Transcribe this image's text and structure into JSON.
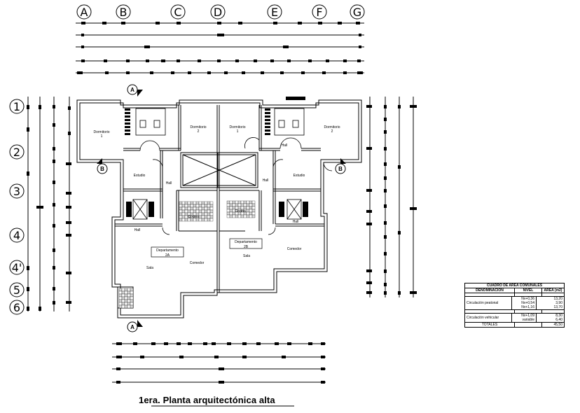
{
  "grid_columns": [
    "A",
    "B",
    "C",
    "D",
    "E",
    "F",
    "G"
  ],
  "grid_rows": [
    "1",
    "2",
    "3",
    "4",
    "4'",
    "5",
    "6"
  ],
  "section_markers": {
    "top": "A",
    "bottom": "A",
    "left": "B",
    "right": "B"
  },
  "rooms": {
    "dorm1_left": "Dormitorio",
    "dorm1_left_num": "1",
    "dorm2_left": "Dormitorio",
    "dorm2_left_num": "2",
    "dorm1_right": "Dormitorio",
    "dorm1_right_num": "1",
    "dorm2_right": "Dormitorio",
    "dorm2_right_num": "2",
    "estudio_left": "Estudio",
    "estudio_right": "Estudio",
    "hall_left_mid": "Hall",
    "hall_right_mid": "Hall",
    "hall_right_top": "Hall",
    "hall_left_low": "Hall",
    "hall_right_low": "Hall",
    "cocina_left": "Cocina",
    "cocina_right": "Cocina",
    "dept_a": "Departamento",
    "dept_a_code": "2A",
    "dept_b": "Departamento",
    "dept_b_code": "2B",
    "sala_left": "Sala",
    "sala_right": "Sala",
    "comedor_left": "Comedor",
    "comedor_right": "Comedor"
  },
  "area_table": {
    "title": "CUADRO DE AREA COMUNALES",
    "headers": [
      "DENOMINACION",
      "NIVEL",
      "AREA (m2)"
    ],
    "groups": [
      {
        "name": "Circulación peatonal",
        "rows": [
          [
            "Nv+0,36",
            "13,20"
          ],
          [
            "Nv+0,54",
            "3,90"
          ],
          [
            "Nv+1,16",
            "13,70"
          ]
        ]
      },
      {
        "name": "Circulación vehicular",
        "rows": [
          [
            "Nv+1,09",
            "8,30"
          ],
          [
            "variable",
            "6,40"
          ]
        ]
      }
    ],
    "totals_label": "TOTALES",
    "totals_value": "45,50"
  },
  "plan_title": "1era. Planta arquitectónica alta"
}
